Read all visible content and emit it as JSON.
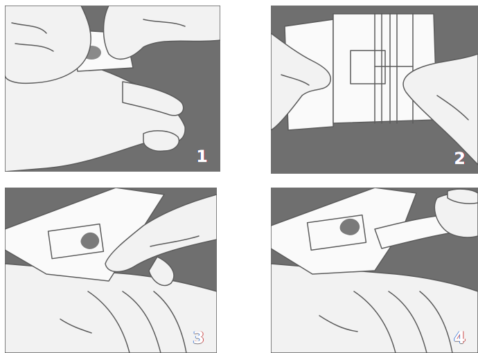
{
  "steps": [
    {
      "number": "1"
    },
    {
      "number": "2"
    },
    {
      "number": "3"
    },
    {
      "number": "4"
    }
  ],
  "colors": {
    "background": "#6f6f6f",
    "skin": "#f2f2f2",
    "outline": "#5b5b5b"
  }
}
